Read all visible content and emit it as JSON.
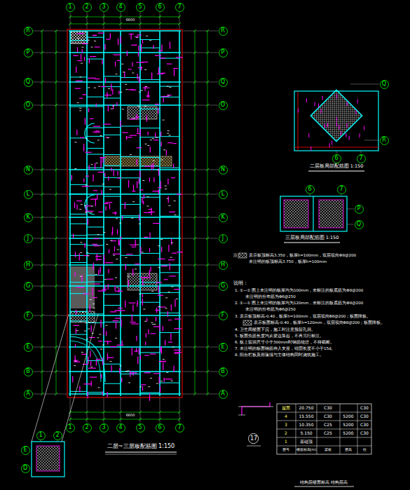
{
  "diagram": {
    "title": "二层~三层板配筋图 1:150",
    "nodes": [
      {
        "text": [
          "1"
        ]
      },
      {
        "text": [
          "2"
        ]
      },
      {
        "text": [
          "3"
        ]
      },
      {
        "text": [
          "4"
        ]
      },
      {
        "text": [
          "5"
        ]
      },
      {
        "text": [
          "6"
        ]
      },
      {
        "text": [
          "7"
        ]
      },
      {
        "text": [
          "R"
        ]
      },
      {
        "text": [
          "P"
        ]
      },
      {
        "text": [
          "Q"
        ]
      },
      {
        "text": [
          "O"
        ]
      },
      {
        "text": [
          "N"
        ]
      },
      {
        "text": [
          "L"
        ]
      },
      {
        "text": [
          "K"
        ]
      },
      {
        "text": [
          "J"
        ]
      },
      {
        "text": [
          "H"
        ]
      },
      {
        "text": [
          "G"
        ]
      },
      {
        "text": [
          "F"
        ]
      },
      {
        "text": [
          "E"
        ]
      },
      {
        "text": [
          "B"
        ]
      },
      {
        "text": [
          "A"
        ]
      },
      {
        "text": [
          "R"
        ]
      },
      {
        "text": [
          "P"
        ]
      },
      {
        "text": [
          "Q"
        ]
      },
      {
        "text": [
          "O"
        ]
      },
      {
        "text": [
          "N"
        ]
      },
      {
        "text": [
          "L"
        ]
      },
      {
        "text": [
          "K"
        ]
      },
      {
        "text": [
          "J"
        ]
      },
      {
        "text": [
          "H"
        ]
      },
      {
        "text": [
          "G"
        ]
      },
      {
        "text": [
          "F"
        ]
      },
      {
        "text": [
          "E"
        ]
      },
      {
        "text": [
          "B"
        ]
      },
      {
        "text": [
          "A"
        ]
      },
      {
        "text": [
          "1"
        ]
      },
      {
        "text": [
          "2"
        ]
      },
      {
        "text": [
          "3"
        ]
      },
      {
        "text": [
          "4"
        ]
      },
      {
        "text": [
          "5"
        ]
      },
      {
        "text": [
          "6"
        ]
      },
      {
        "text": [
          "7"
        ]
      },
      {
        "text": [
          "Q"
        ]
      },
      {
        "text": [
          "R"
        ]
      },
      {
        "text": [
          "6"
        ]
      },
      {
        "text": [
          "7"
        ]
      },
      {
        "text": [
          "6"
        ]
      },
      {
        "text": [
          "7"
        ]
      },
      {
        "text": [
          "P"
        ]
      },
      {
        "text": [
          "Q"
        ]
      },
      {
        "text": [
          "1"
        ]
      },
      {
        "text": [
          "2"
        ]
      },
      {
        "text": [
          "E"
        ]
      },
      {
        "text": [
          "D"
        ]
      },
      {
        "text": [
          "17"
        ]
      }
    ],
    "labels": [
      "二层板局部配筋图 1:150",
      "三层板局部配筋图 1:150",
      "注：",
      "表示板顶标高3.350，板厚h=100mm，双层双向Φ8@200",
      "未注明的板顶标高3.750，板厚h=100mm",
      "说明：",
      "1. ①—① 图上未注明的板厚均为100mm，未标注的板底筋为Φ8@200",
      "未注明的分布筋为Φ6@250",
      "2. ①—① 图上未注明的板厚均为120mm，未标注的板底筋为Φ8@200",
      "未注明的分布筋为Φ6@250",
      "3. 表示板顶标高-0.40，板厚h=100mm，双层双向Φ8@200；板面降板。",
      "表示板面标高-0.40，板厚h=120mm，双层双向Φ8@200；板面降板。",
      "4. 卫生间楼面下沉，施工时注意预留孔洞。",
      "5. 板面负筋长度均从梁边算起，不再另行标注。",
      "6. 板上留洞尺寸小于300mm时钢筋绕过，不得截断。",
      "7. 未注明的板面钢筋伸入支座，锚固长度不小于15d。",
      "8. 阳台栏板及雨篷须与主体结构同时浇筑施工。",
      "屋面",
      "20.750",
      "C30",
      "C30",
      "4",
      "15.550",
      "C30",
      "5200",
      "C30",
      "3",
      "10.350",
      "C25",
      "5200",
      "C30",
      "2",
      "5.150",
      "C25",
      "5200",
      "C30",
      "1",
      "基础顶",
      "层号",
      "楼面标高(m)",
      "梁板",
      "层高",
      "柱",
      "结构层楼面标高 结构层高",
      "6600",
      "6600"
    ]
  }
}
